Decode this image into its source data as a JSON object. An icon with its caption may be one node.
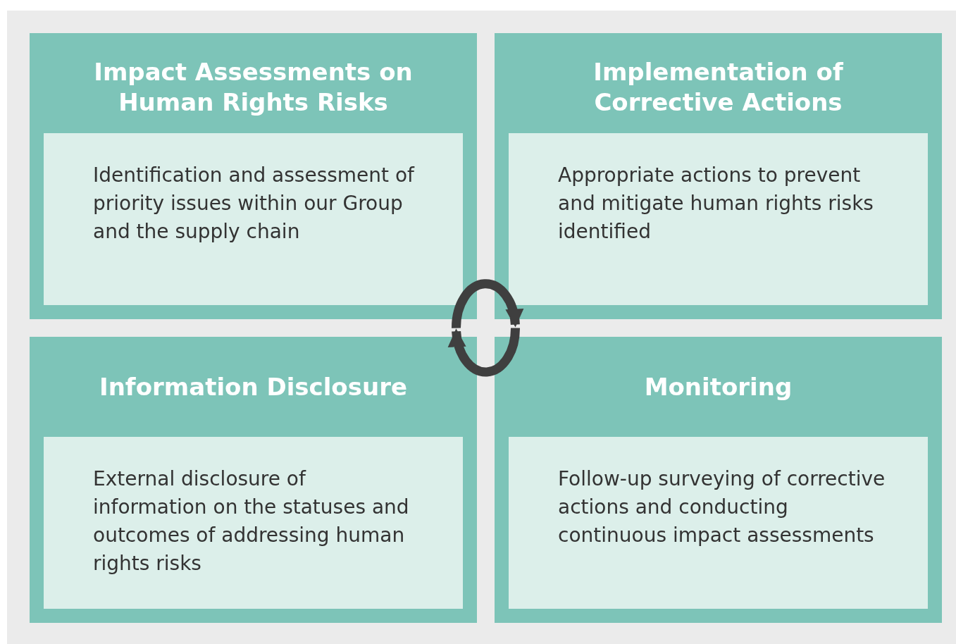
{
  "diagram": {
    "nodes": [
      {
        "text": [
          "Impact Assessments on Human Rights Risks"
        ]
      },
      {
        "text": [
          "Identification and assessment of priority issues within our Group and the supply chain"
        ],
        "in": 0
      },
      {
        "text": [
          "Implementation of Corrective Actions"
        ]
      },
      {
        "text": [
          "Appropriate actions to prevent and mitigate human rights risks identified"
        ],
        "in": 2
      },
      {
        "text": [
          "Information Disclosure"
        ]
      },
      {
        "text": [
          "External disclosure of information on the statuses and outcomes of addressing human rights risks"
        ],
        "in": 4
      },
      {
        "text": [
          "Monitoring"
        ]
      },
      {
        "text": [
          "Follow-up surveying of corrective actions and conducting continuous impact assessments"
        ],
        "in": 6
      }
    ],
    "edges": [
      {
        "from": 0,
        "to": 2,
        "arrow": "to"
      },
      {
        "from": 6,
        "to": 4,
        "arrow": "to"
      }
    ]
  }
}
